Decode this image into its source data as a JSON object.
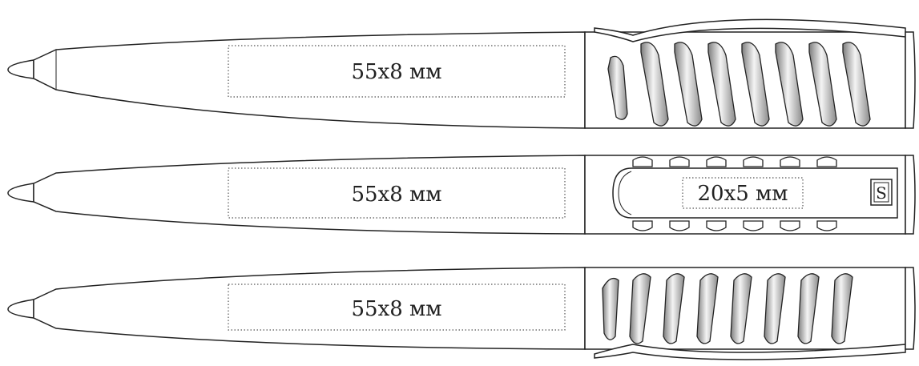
{
  "pens": [
    {
      "view": "side",
      "print_area": "55x8 мм"
    },
    {
      "view": "top",
      "print_area": "55x8 мм",
      "clip_area": "20x5 мм",
      "clip_logo": "S"
    },
    {
      "view": "bottom",
      "print_area": "55x8 мм"
    }
  ],
  "colors": {
    "outline": "#222222",
    "chrome_light": "#f2f2f2",
    "chrome_dark": "#8a8a8a",
    "background": "#ffffff"
  }
}
